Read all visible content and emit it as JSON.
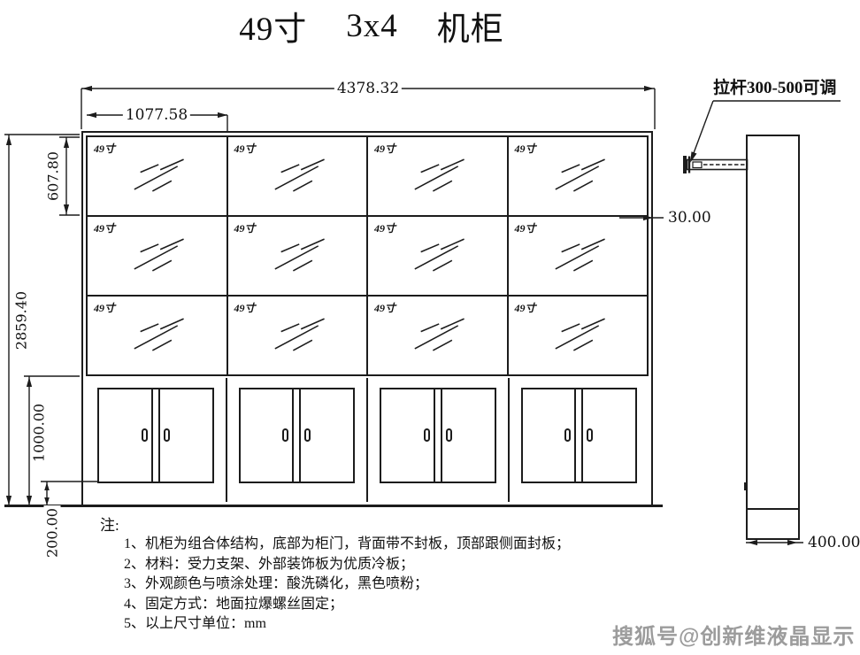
{
  "title": {
    "size": "49寸",
    "layout": "3x4",
    "name": "机柜"
  },
  "front_view": {
    "rows": 3,
    "cols": 4,
    "screen_label": "49寸",
    "dimensions": {
      "total_width": "4378.32",
      "screen_width": "1077.58",
      "screen_height": "607.80",
      "total_height": "2859.40",
      "cabinet_height": "1000.00",
      "base_height": "200.00",
      "seam_gap": "30.00"
    }
  },
  "side_view": {
    "rod_label": "拉杆300-500可调",
    "depth": "400.00"
  },
  "notes": {
    "heading": "注:",
    "items": [
      "1、机柜为组合体结构，底部为柜门，背面带不封板，顶部跟侧面封板；",
      "2、材料：受力支架、外部装饰板为优质冷板；",
      "3、外观颜色与喷涂处理：酸洗磷化，黑色喷粉；",
      "4、固定方式：地面拉爆螺丝固定；",
      "5、以上尺寸单位：mm"
    ]
  },
  "watermark": "搜狐号@创新维液晶显示",
  "colors": {
    "line": "#1c1c1c",
    "background": "#ffffff",
    "watermark": "#9c9c9c"
  }
}
